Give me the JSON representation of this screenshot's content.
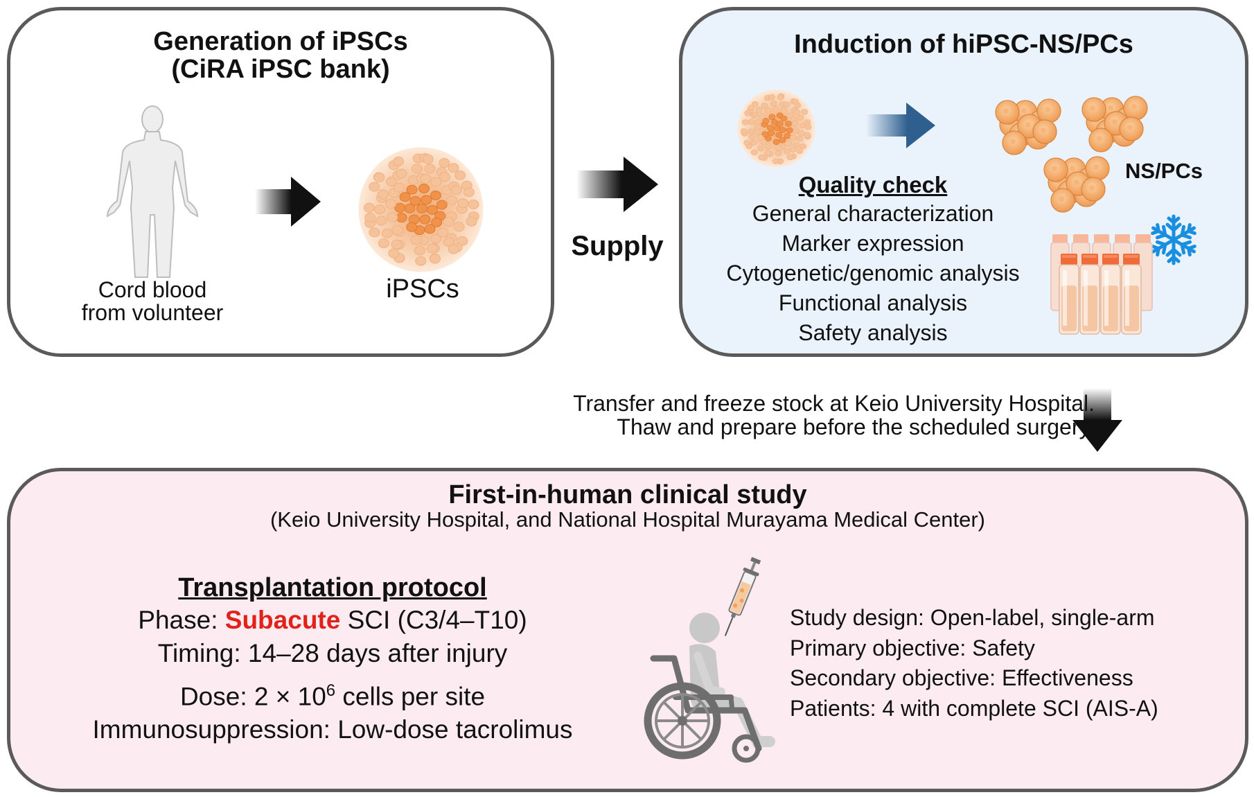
{
  "panel_ipsc": {
    "title_line1": "Generation of iPSCs",
    "title_line2": "(CiRA iPSC bank)",
    "donor_caption_line1": "Cord blood",
    "donor_caption_line2": "from volunteer",
    "ipsc_label": "iPSCs"
  },
  "supply_label": "Supply",
  "panel_ns": {
    "title": "Induction of hiPSC-NS/PCs",
    "qc_heading": "Quality check",
    "qc_items": [
      "General characterization",
      "Marker expression",
      "Cytogenetic/genomic analysis",
      "Functional analysis",
      "Safety analysis"
    ],
    "nspc_label": "NS/PCs"
  },
  "transfer": {
    "line1": "Transfer and freeze stock at Keio University Hospital.",
    "line2": "Thaw and prepare before the scheduled surgery."
  },
  "panel_study": {
    "title": "First-in-human clinical study",
    "subtitle": "(Keio University Hospital, and National Hospital Murayama Medical Center)",
    "protocol_heading": "Transplantation protocol",
    "phase_prefix": "Phase: ",
    "phase_highlight": "Subacute",
    "phase_suffix": " SCI (C3/4–T10)",
    "timing": "Timing: 14–28 days after injury",
    "dose_prefix": "Dose: 2 × 10",
    "dose_exponent": "6",
    "dose_suffix": " cells per site",
    "immunosuppression": "Immunosuppression: Low-dose tacrolimus",
    "design_lines": [
      "Study design: Open-label, single-arm",
      "Primary objective: Safety",
      "Secondary objective: Effectiveness",
      "Patients: 4 with complete SCI (AIS-A)"
    ]
  },
  "colors": {
    "panel_border": "#5a5a5a",
    "ns_panel_bg": "#eaf2fb",
    "study_panel_bg": "#fcecf2",
    "highlight_red": "#e0221a",
    "blue_arrow": "#2e5f8f",
    "snowflake": "#1a8fe0",
    "cell_orange": "#f2a15c"
  },
  "icons": [
    "human-figure-icon",
    "cell-colony-icon",
    "gradient-arrow-icon",
    "nspc-sphere-icon",
    "snowflake-icon",
    "cryovial-icon",
    "wheelchair-patient-icon",
    "syringe-icon"
  ]
}
